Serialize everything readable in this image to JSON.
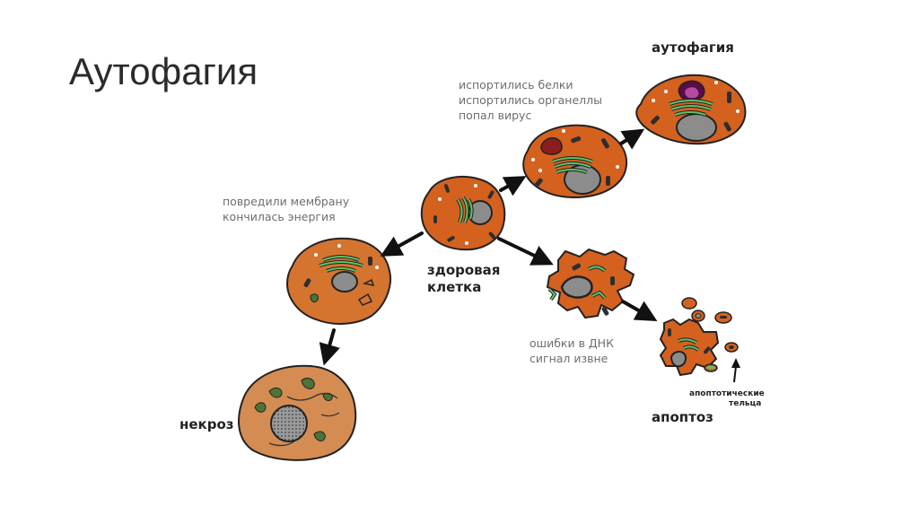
{
  "slide": {
    "title": "Аутофагия"
  },
  "labels": {
    "healthy_line1": "здоровая",
    "healthy_line2": "клетка",
    "autophagy": "аутофагия",
    "autophagy_cause1": "испортились белки",
    "autophagy_cause2": "испортились органеллы",
    "autophagy_cause3": "попал вирус",
    "necrosis_cause1": "повредили мембрану",
    "necrosis_cause2": "кончилась энергия",
    "necrosis": "некроз",
    "apoptosis_cause1": "ошибки в ДНК",
    "apoptosis_cause2": "сигнал извне",
    "apoptosis": "апоптоз",
    "bodies_line1": "апоптотические",
    "bodies_line2": "тельца"
  },
  "colors": {
    "cytoplasm": "#d5611f",
    "cytoplasm_pale": "#d58c52",
    "nucleus": "#8c8c8c",
    "mitochondria": "#2e2e2e",
    "golgi": "#5cc46a",
    "necrosis_spot": "#4d7336",
    "autophagosome": "#8a1e6a"
  }
}
